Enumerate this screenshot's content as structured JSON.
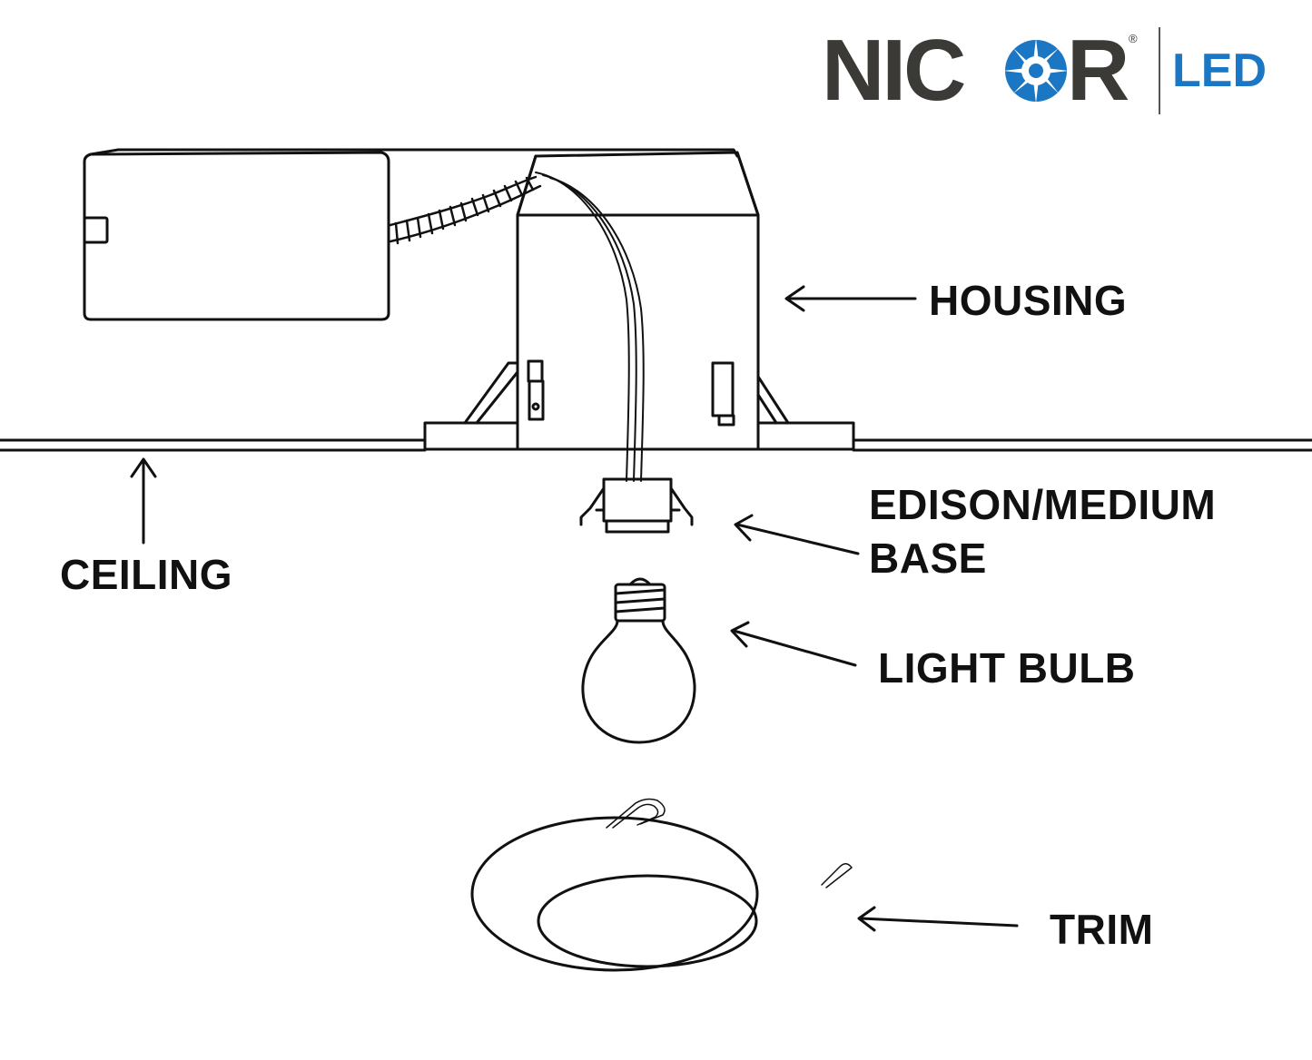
{
  "logo": {
    "brand_prefix": "NIC",
    "brand_suffix": "R",
    "registered_mark": "®",
    "product_line": "LED",
    "colors": {
      "text": "#3b3a36",
      "accent": "#1b76c3"
    }
  },
  "labels": {
    "housing": "HOUSING",
    "base_line1": "EDISON/MEDIUM",
    "base_line2": "BASE",
    "light_bulb": "LIGHT BULB",
    "trim": "TRIM",
    "ceiling": "CEILING"
  },
  "colors": {
    "line": "#111111",
    "background": "#ffffff"
  }
}
